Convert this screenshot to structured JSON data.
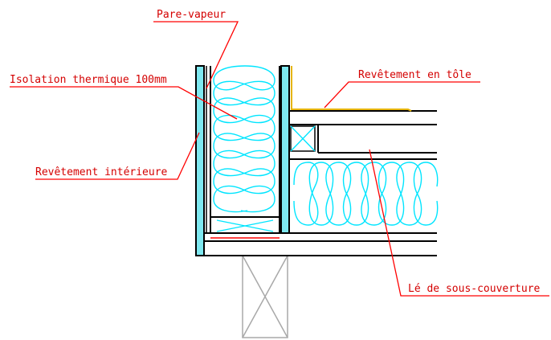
{
  "labels": {
    "pare_vapeur": "Pare-vapeur",
    "isolation": "Isolation thermique 100mm",
    "revetement_interieur": "Revêtement intérieure",
    "revetement_tole": "Revêtement en tôle",
    "le_sous_couverture": "Lé de sous-couverture"
  },
  "colors": {
    "label_text": "#d40000",
    "leader_line": "#ff0000",
    "insulation": "#00e5ff",
    "cladding_fill": "#7ee8f0",
    "sheet_metal": "#e6b400",
    "structure": "#000000",
    "post": "#a8a8a8"
  },
  "icons": {
    "insulation": "insulation-batt-coil-pattern",
    "blocking": "cross-braced-blocking",
    "post": "timber-post-crossed"
  }
}
